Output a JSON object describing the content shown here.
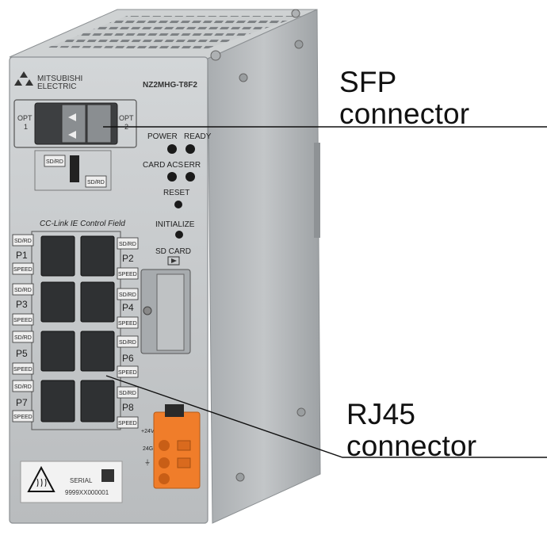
{
  "device": {
    "brand_line1": "MITSUBISHI",
    "brand_line2": "ELECTRIC",
    "model": "NZ2MHG-T8F2",
    "opt1_label": "OPT",
    "opt1_num": "1",
    "opt2_label": "OPT",
    "opt2_num": "2",
    "sdrd_tag": "SD/RD",
    "led_power": "POWER",
    "led_ready": "READY",
    "led_card_acs": "CARD ACS",
    "led_err": "ERR",
    "reset": "RESET",
    "initialize": "INITIALIZE",
    "sd_card": "SD CARD",
    "network_logo": "CC-Link IE Control Field",
    "speed_tag": "SPEED",
    "ports": [
      "P1",
      "P2",
      "P3",
      "P4",
      "P5",
      "P6",
      "P7",
      "P8"
    ],
    "power_labels": [
      "+24V",
      "24G",
      "⏚"
    ],
    "serial_label": "SERIAL",
    "serial_number": "9999XX000001"
  },
  "callouts": {
    "sfp_line1": "SFP",
    "sfp_line2": "connector",
    "rj45_line1": "RJ45",
    "rj45_line2": "connector"
  },
  "colors": {
    "housing": "#b9bdbf",
    "front_panel": "#c8cbcd",
    "terminal_block": "#f07d2a",
    "leader_line": "#111111"
  }
}
